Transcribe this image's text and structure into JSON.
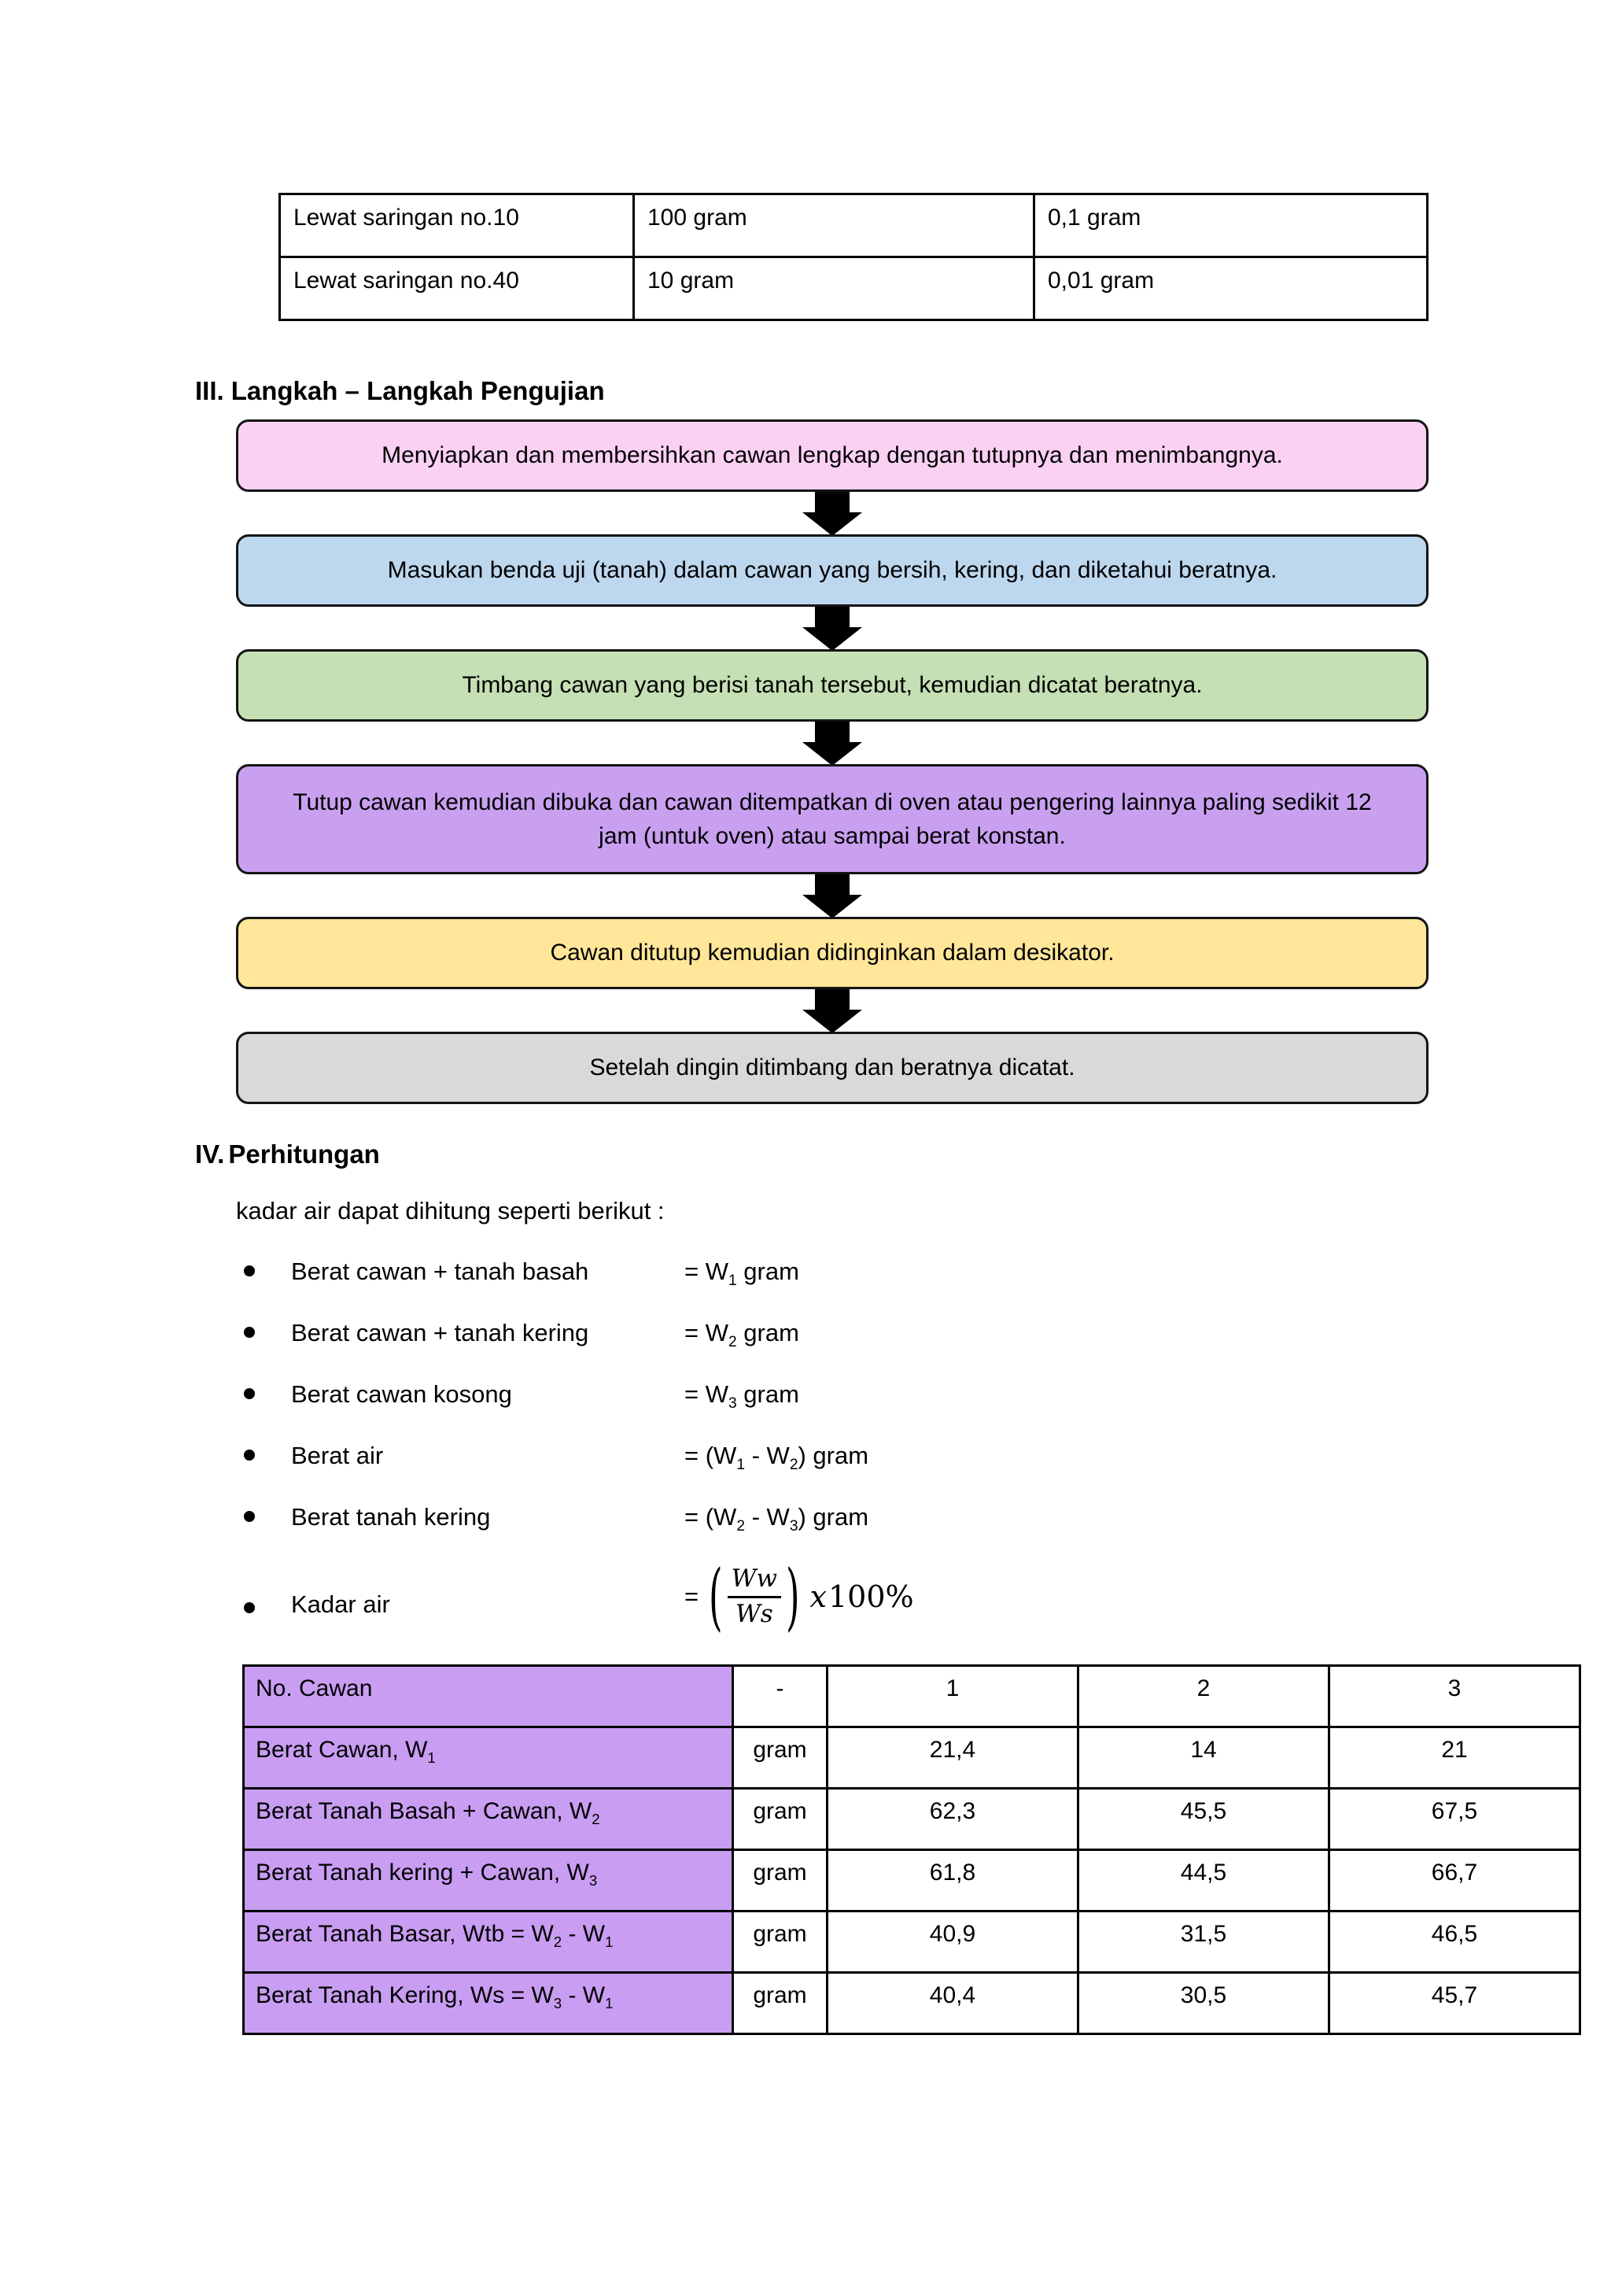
{
  "top_table": {
    "rows": [
      [
        "Lewat saringan no.10",
        "100 gram",
        "0,1 gram"
      ],
      [
        "Lewat saringan no.40",
        "10 gram",
        "0,01 gram"
      ]
    ]
  },
  "sections": {
    "three": {
      "number": "III.",
      "title": "Langkah – Langkah Pengujian"
    },
    "four": {
      "number": "IV.",
      "title": "Perhitungan"
    },
    "calc_intro": "kadar air dapat dihitung seperti berikut :"
  },
  "flowchart": {
    "border_color": "#141414",
    "steps": [
      {
        "text": "Menyiapkan dan membersihkan cawan lengkap dengan tutupnya dan menimbangnya.",
        "bg": "#fad1f3",
        "tall": false
      },
      {
        "text": "Masukan benda uji (tanah) dalam cawan yang bersih, kering, dan diketahui beratnya.",
        "bg": "#bdd7ee",
        "tall": false
      },
      {
        "text": "Timbang cawan yang berisi tanah tersebut, kemudian dicatat beratnya.",
        "bg": "#c5e0b4",
        "tall": false
      },
      {
        "text": "Tutup cawan kemudian dibuka dan cawan ditempatkan di oven atau pengering lainnya paling sedikit 12 jam (untuk oven) atau sampai berat konstan.",
        "bg": "#c9a0f0",
        "tall": true
      },
      {
        "text": "Cawan ditutup kemudian didinginkan dalam desikator.",
        "bg": "#ffe699",
        "tall": false
      },
      {
        "text": "Setelah dingin ditimbang dan beratnya dicatat.",
        "bg": "#d9d9d9",
        "tall": false
      }
    ]
  },
  "calculations": {
    "items": [
      {
        "label": "Berat cawan + tanah basah",
        "value": [
          {
            "t": "= W"
          },
          {
            "s": "1"
          },
          {
            "t": " gram"
          }
        ]
      },
      {
        "label": "Berat cawan + tanah kering",
        "value": [
          {
            "t": "= W"
          },
          {
            "s": "2"
          },
          {
            "t": " gram"
          }
        ]
      },
      {
        "label": "Berat cawan kosong",
        "value": [
          {
            "t": "= W"
          },
          {
            "s": "3"
          },
          {
            "t": " gram"
          }
        ]
      },
      {
        "label": "Berat air",
        "value": [
          {
            "t": "= (W"
          },
          {
            "s": "1"
          },
          {
            "t": " - W"
          },
          {
            "s": "2"
          },
          {
            "t": ") gram"
          }
        ]
      },
      {
        "label": "Berat tanah kering",
        "value": [
          {
            "t": "= (W"
          },
          {
            "s": "2"
          },
          {
            "t": " - W"
          },
          {
            "s": "3"
          },
          {
            "t": ") gram"
          }
        ]
      },
      {
        "label": "Kadar air",
        "formula": {
          "eq": "=",
          "open": "(",
          "num": "Ww",
          "den": "Ws",
          "close": ")",
          "mult": "x",
          "pct": "100%"
        }
      }
    ]
  },
  "data_table": {
    "label_bg": "#c99df2",
    "rows": [
      {
        "label": [
          {
            "t": "No. Cawan"
          }
        ],
        "unit": "-",
        "values": [
          "1",
          "2",
          "3"
        ]
      },
      {
        "label": [
          {
            "t": "Berat Cawan, W"
          },
          {
            "s": "1"
          }
        ],
        "unit": "gram",
        "values": [
          "21,4",
          "14",
          "21"
        ]
      },
      {
        "label": [
          {
            "t": "Berat Tanah Basah + Cawan, W"
          },
          {
            "s": "2"
          }
        ],
        "unit": "gram",
        "values": [
          "62,3",
          "45,5",
          "67,5"
        ]
      },
      {
        "label": [
          {
            "t": "Berat Tanah kering + Cawan, W"
          },
          {
            "s": "3"
          }
        ],
        "unit": "gram",
        "values": [
          "61,8",
          "44,5",
          "66,7"
        ]
      },
      {
        "label": [
          {
            "t": "Berat Tanah Basar, Wtb = W"
          },
          {
            "s": "2"
          },
          {
            "t": " - W"
          },
          {
            "s": "1"
          }
        ],
        "unit": "gram",
        "values": [
          "40,9",
          "31,5",
          "46,5"
        ]
      },
      {
        "label": [
          {
            "t": "Berat Tanah Kering, Ws = W"
          },
          {
            "s": "3"
          },
          {
            "t": " - W"
          },
          {
            "s": "1"
          }
        ],
        "unit": "gram",
        "values": [
          "40,4",
          "30,5",
          "45,7"
        ]
      }
    ]
  }
}
